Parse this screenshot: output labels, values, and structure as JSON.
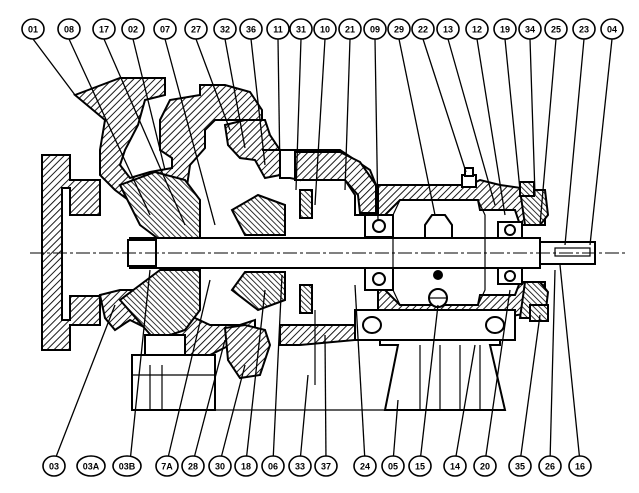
{
  "diagram": {
    "top_labels": [
      "01",
      "08",
      "17",
      "02",
      "07",
      "27",
      "32",
      "36",
      "11",
      "31",
      "10",
      "21",
      "09",
      "29",
      "22",
      "13",
      "12",
      "19",
      "34",
      "25",
      "23",
      "04"
    ],
    "bottom_labels": [
      "03",
      "03A",
      "03B",
      "7A",
      "28",
      "30",
      "18",
      "06",
      "33",
      "37",
      "24",
      "05",
      "15",
      "14",
      "20",
      "35",
      "26",
      "16"
    ]
  },
  "colors": {
    "line": "#000000",
    "background": "#ffffff"
  }
}
